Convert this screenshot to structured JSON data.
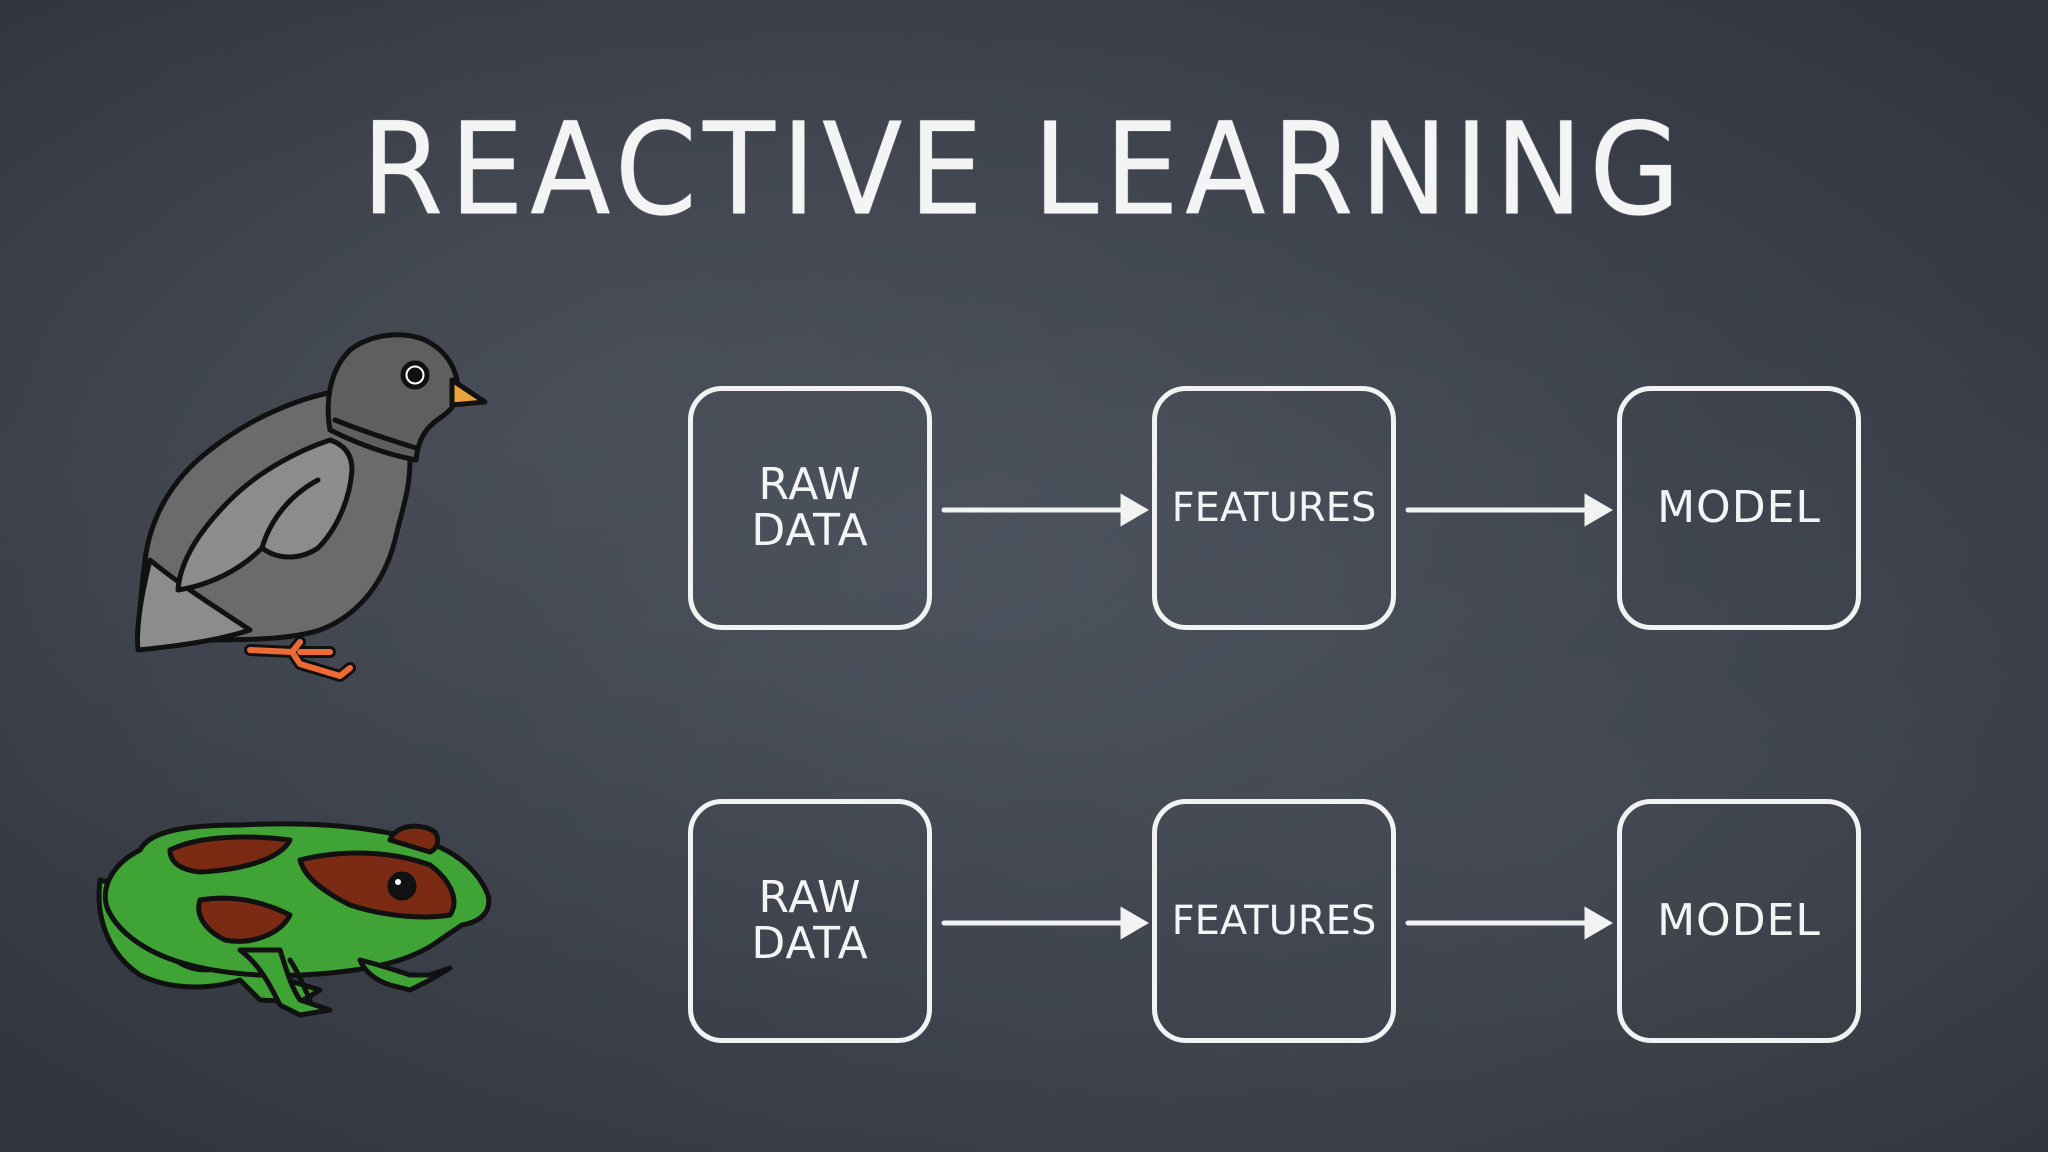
{
  "slide": {
    "title": "REACTIVE LEARNING"
  },
  "rows": [
    {
      "animal": "pigeon",
      "nodes": [
        {
          "label": "RAW\nDATA"
        },
        {
          "label": "FEATURES"
        },
        {
          "label": "MODEL"
        }
      ]
    },
    {
      "animal": "frog",
      "nodes": [
        {
          "label": "RAW\nDATA"
        },
        {
          "label": "FEATURES"
        },
        {
          "label": "MODEL"
        }
      ]
    }
  ],
  "colors": {
    "chalkboard": "#3c414b",
    "chalk": "#f2f2f2",
    "pigeon_body": "#6b6b6b",
    "pigeon_wing": "#8c8c8c",
    "pigeon_beak": "#e8a33c",
    "pigeon_feet": "#ee6a35",
    "frog_green": "#3fa336",
    "frog_red": "#7b2a14"
  },
  "icons": [
    "pigeon-illustration",
    "frog-illustration",
    "arrow-right-icon"
  ]
}
